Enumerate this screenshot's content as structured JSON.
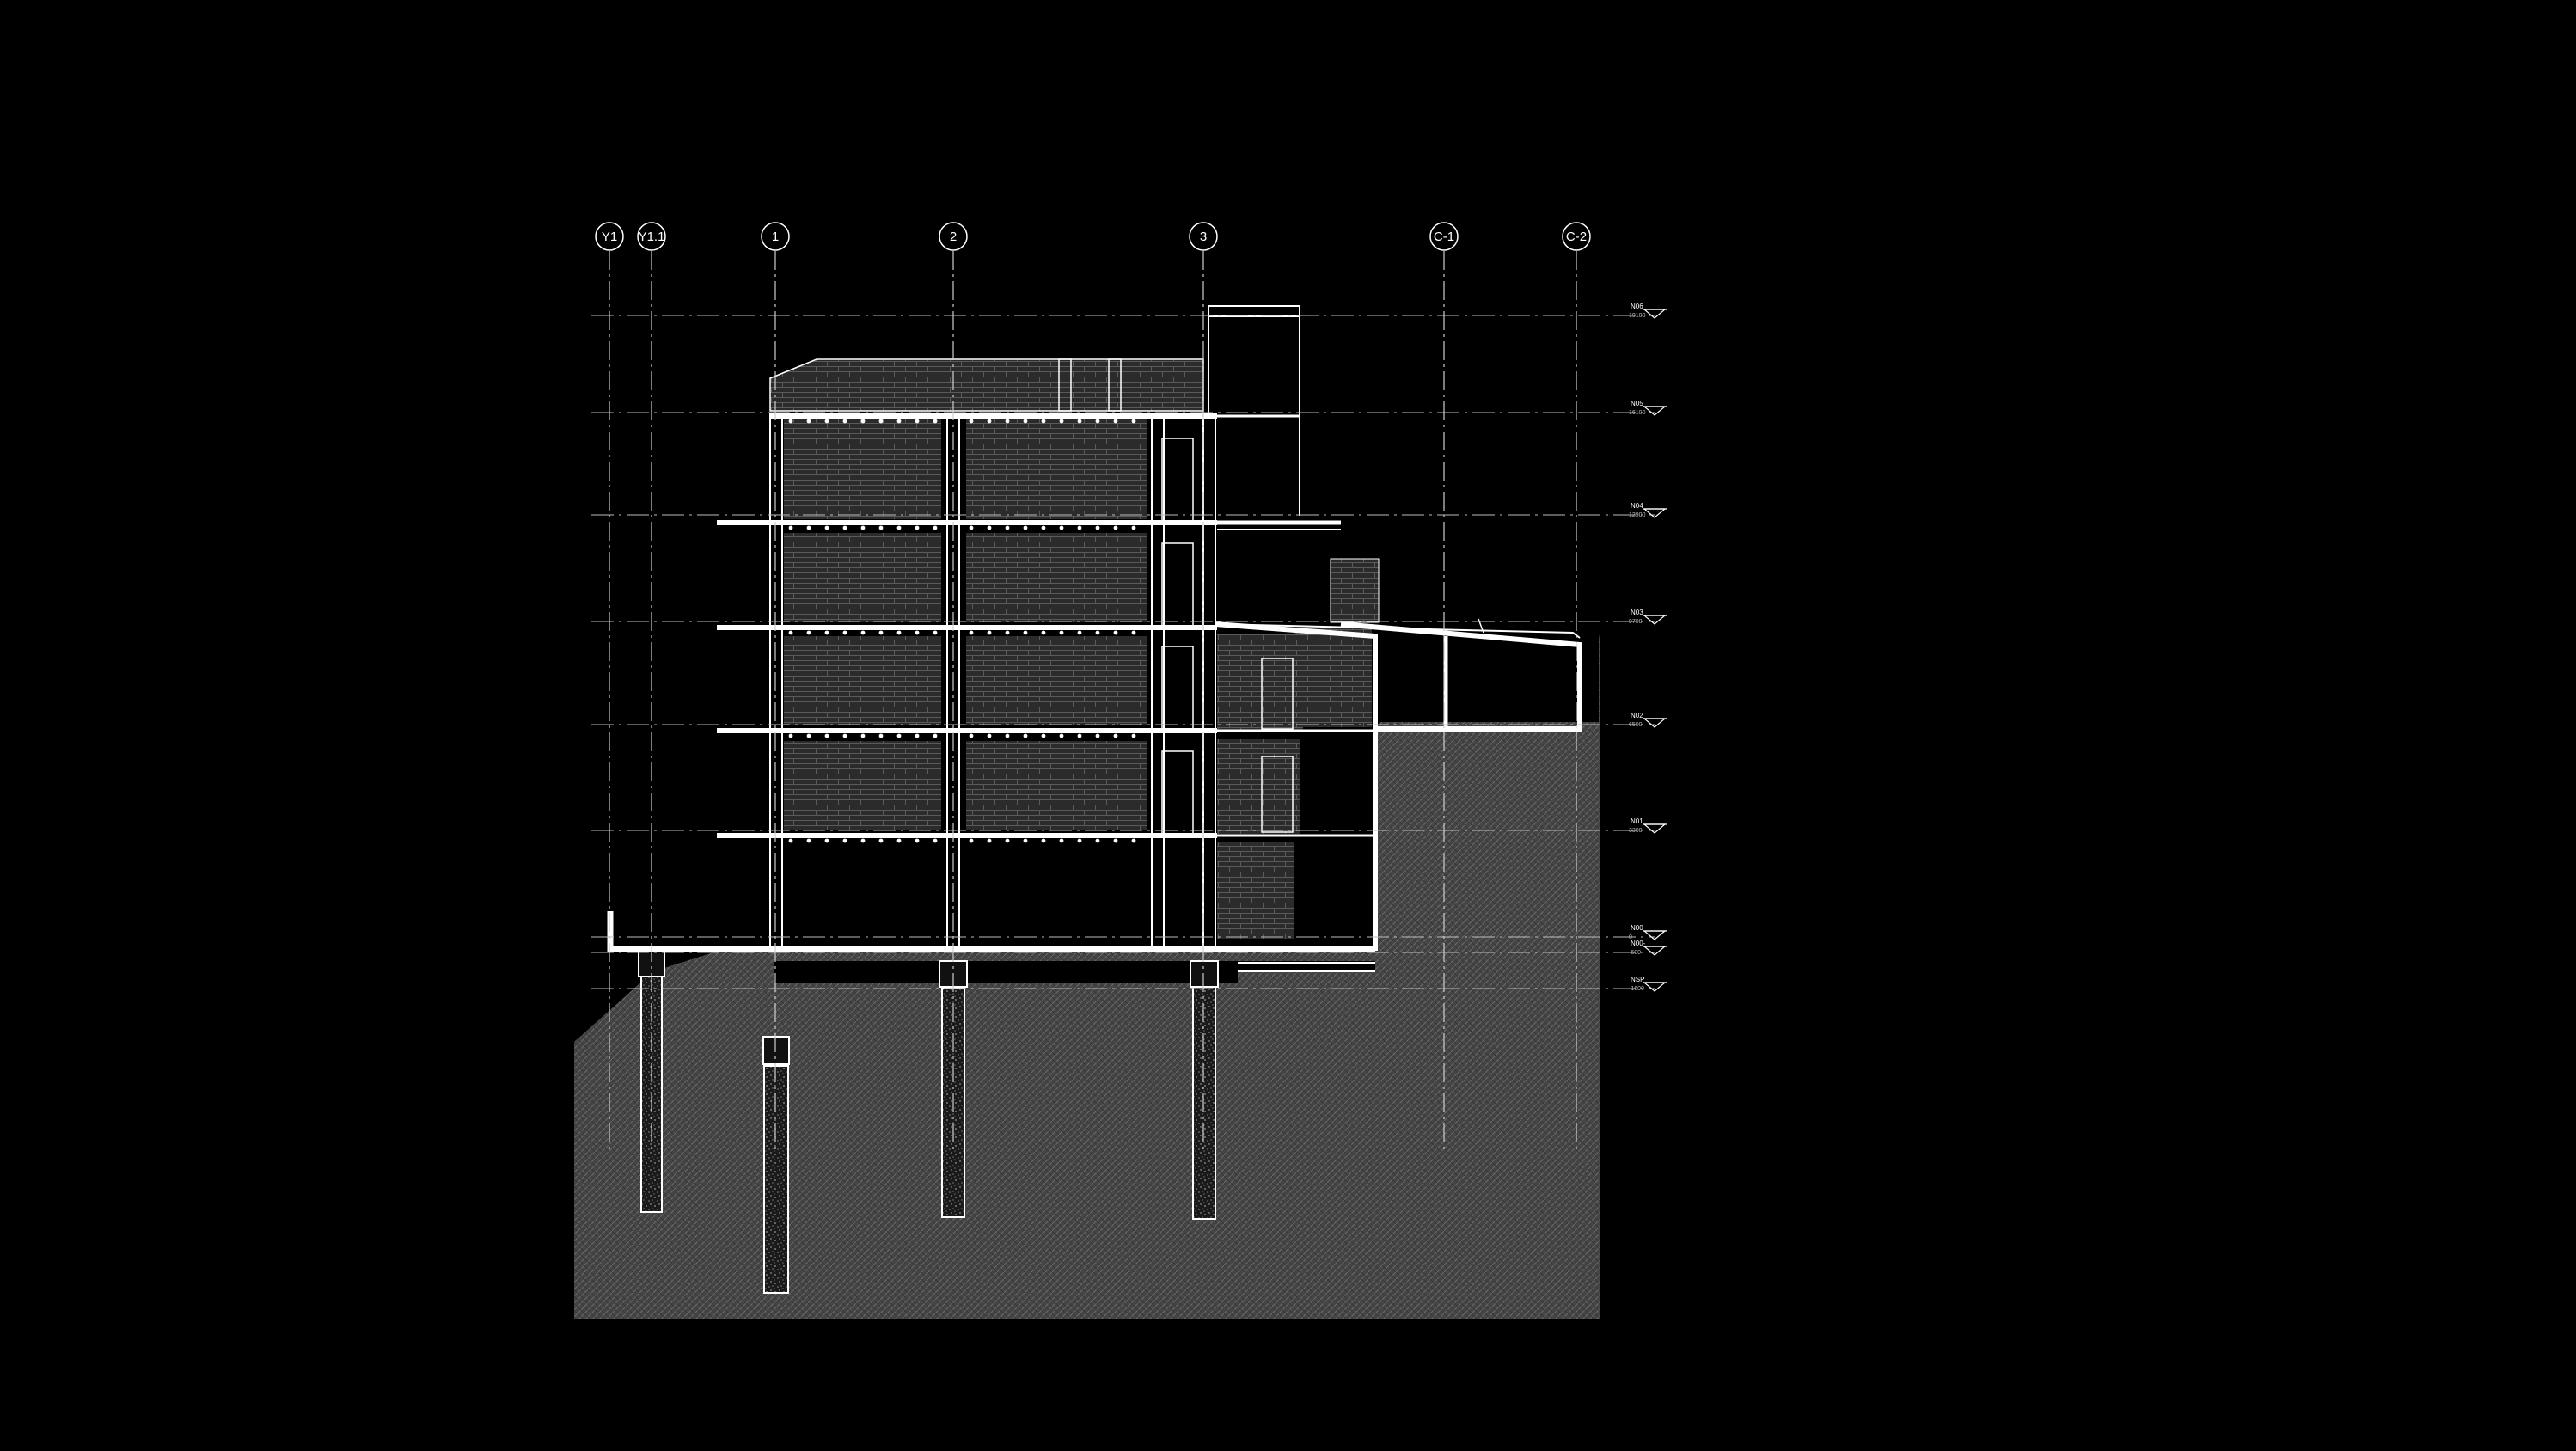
{
  "colors": {
    "background": "#000000",
    "linework": "#ffffff",
    "earth_fill": "#4a4a4a",
    "brick_fill": "#2e2e2e"
  },
  "grid_axes": [
    {
      "id": "Y1",
      "label": "Y1"
    },
    {
      "id": "Y1.1",
      "label": "Y1.1"
    },
    {
      "id": "1",
      "label": "1"
    },
    {
      "id": "2",
      "label": "2"
    },
    {
      "id": "3",
      "label": "3"
    },
    {
      "id": "C-1",
      "label": "C-1"
    },
    {
      "id": "C-2",
      "label": "C-2"
    }
  ],
  "levels": [
    {
      "id": "N06",
      "name": "N06",
      "elevation": "19100"
    },
    {
      "id": "N05",
      "name": "N05",
      "elevation": "16100"
    },
    {
      "id": "N04",
      "name": "N04",
      "elevation": "12900"
    },
    {
      "id": "N03",
      "name": "N03",
      "elevation": "9700"
    },
    {
      "id": "N02",
      "name": "N02",
      "elevation": "6500"
    },
    {
      "id": "N01",
      "name": "N01",
      "elevation": "3300"
    },
    {
      "id": "N00",
      "name": "N00",
      "elevation": "0"
    },
    {
      "id": "N00-",
      "name": "N00-",
      "elevation": "-600"
    },
    {
      "id": "NSP",
      "name": "NSP",
      "elevation": "-1600"
    }
  ]
}
